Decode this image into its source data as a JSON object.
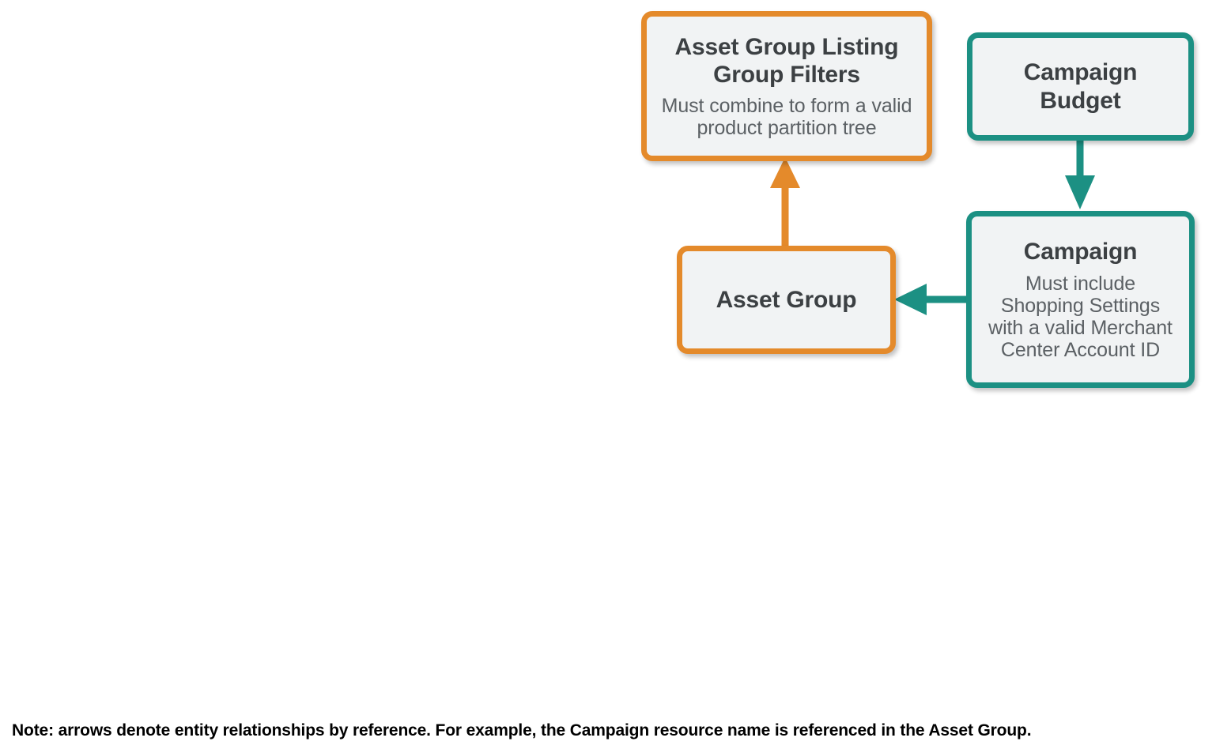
{
  "diagram": {
    "title_hidden": "",
    "colors": {
      "orange": "#E48A2B",
      "teal": "#1C9083",
      "box_fill": "#F1F3F4",
      "title_text": "#3C4043",
      "subtitle_text": "#5B6064",
      "note_text": "#000000",
      "background": "#FFFFFF"
    },
    "nodes": [
      {
        "id": "asset-group-listing-group-filters",
        "title": "Asset Group Listing\nGroup Filters",
        "subtitle": "Must combine to form a valid\nproduct partition tree",
        "accent": "orange"
      },
      {
        "id": "campaign-budget",
        "title": "Campaign\nBudget",
        "subtitle": "",
        "accent": "teal"
      },
      {
        "id": "asset-group",
        "title": "Asset Group",
        "subtitle": "",
        "accent": "orange"
      },
      {
        "id": "campaign",
        "title": "Campaign",
        "subtitle": "Must include\nShopping Settings\nwith a valid Merchant\nCenter Account ID",
        "accent": "teal"
      }
    ],
    "edges": [
      {
        "id": "asset-group-to-listing-group-filters",
        "from": "asset-group",
        "to": "asset-group-listing-group-filters",
        "direction": "up",
        "color": "#E48A2B"
      },
      {
        "id": "campaign-budget-to-campaign",
        "from": "campaign-budget",
        "to": "campaign",
        "direction": "down",
        "color": "#1C9083"
      },
      {
        "id": "campaign-to-asset-group",
        "from": "campaign",
        "to": "asset-group",
        "direction": "left",
        "color": "#1C9083"
      }
    ],
    "note": "Note: arrows denote entity relationships by reference. For example, the Campaign resource name is referenced in the Asset Group."
  }
}
